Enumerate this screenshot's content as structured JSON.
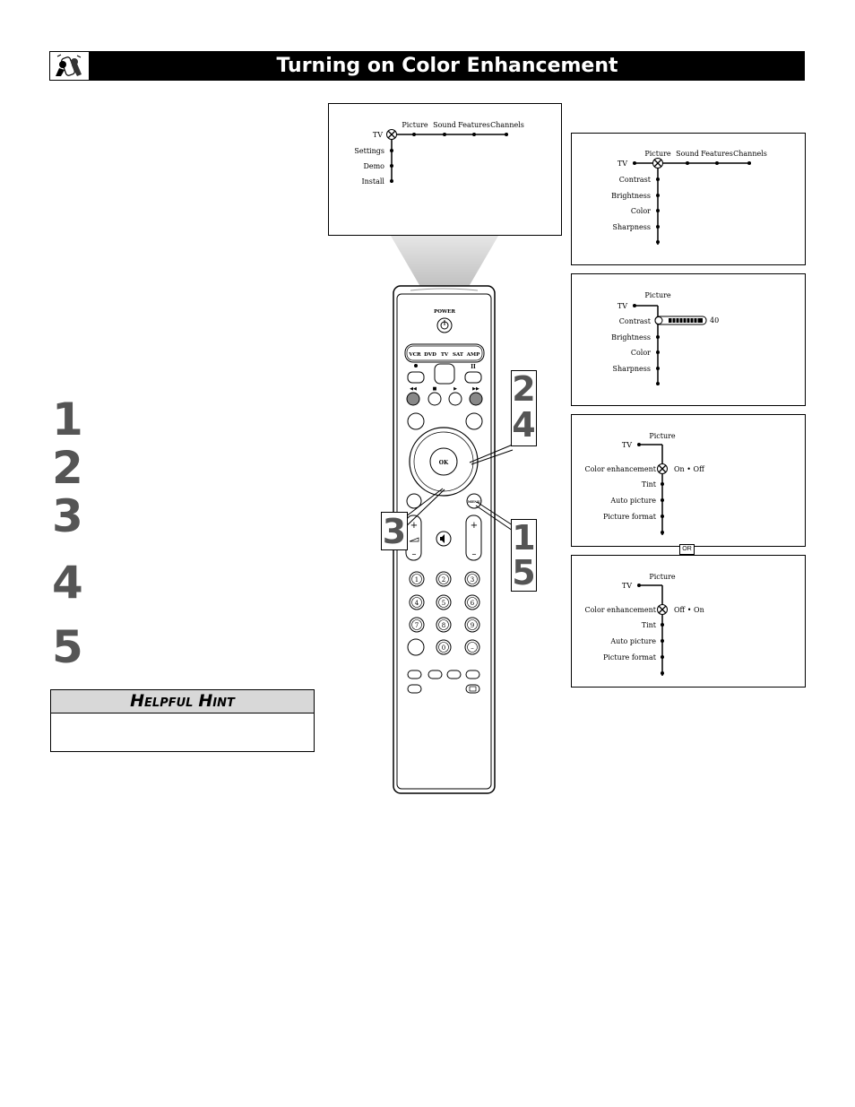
{
  "header": {
    "title": "Turning on Color Enhancement",
    "icon": "remote-hands-icon"
  },
  "steps": [
    "1",
    "2",
    "3",
    "4",
    "5"
  ],
  "hint": {
    "title_first": "H",
    "title_rest": "ELPFUL",
    "title_first2": "H",
    "title_rest2": "INT"
  },
  "screen_main": {
    "tv": "TV",
    "menu": [
      "Picture",
      "Sound",
      "Features",
      "Channels"
    ],
    "items": [
      "Settings",
      "Demo",
      "Install"
    ]
  },
  "screen1": {
    "tv": "TV",
    "menu": [
      "Picture",
      "Sound",
      "Features",
      "Channels"
    ],
    "items": [
      "Contrast",
      "Brightness",
      "Color",
      "Sharpness"
    ]
  },
  "screen2": {
    "heading": "Picture",
    "tv": "TV",
    "items": [
      "Contrast",
      "Brightness",
      "Color",
      "Sharpness"
    ],
    "value": "40"
  },
  "screen3": {
    "heading": "Picture",
    "tv": "TV",
    "items": [
      "Color  enhancement",
      "Tint",
      "Auto  picture",
      "Picture  format"
    ],
    "options": "On  •  Off"
  },
  "or_label": "OR",
  "screen4": {
    "heading": "Picture",
    "tv": "TV",
    "items": [
      "Color  enhancement",
      "Tint",
      "Auto  picture",
      "Picture  format"
    ],
    "options": "Off  •  On"
  },
  "remote": {
    "power": "POWER",
    "modes": [
      "VCR",
      "DVD",
      "TV",
      "SAT",
      "AMP"
    ],
    "ok": "OK",
    "menu": "MENU",
    "digits": [
      "1",
      "2",
      "3",
      "4",
      "5",
      "6",
      "7",
      "8",
      "9",
      "0"
    ],
    "minus": "–"
  },
  "callouts": {
    "a": "2",
    "b": "4",
    "c": "3",
    "d": "1",
    "e": "5"
  }
}
